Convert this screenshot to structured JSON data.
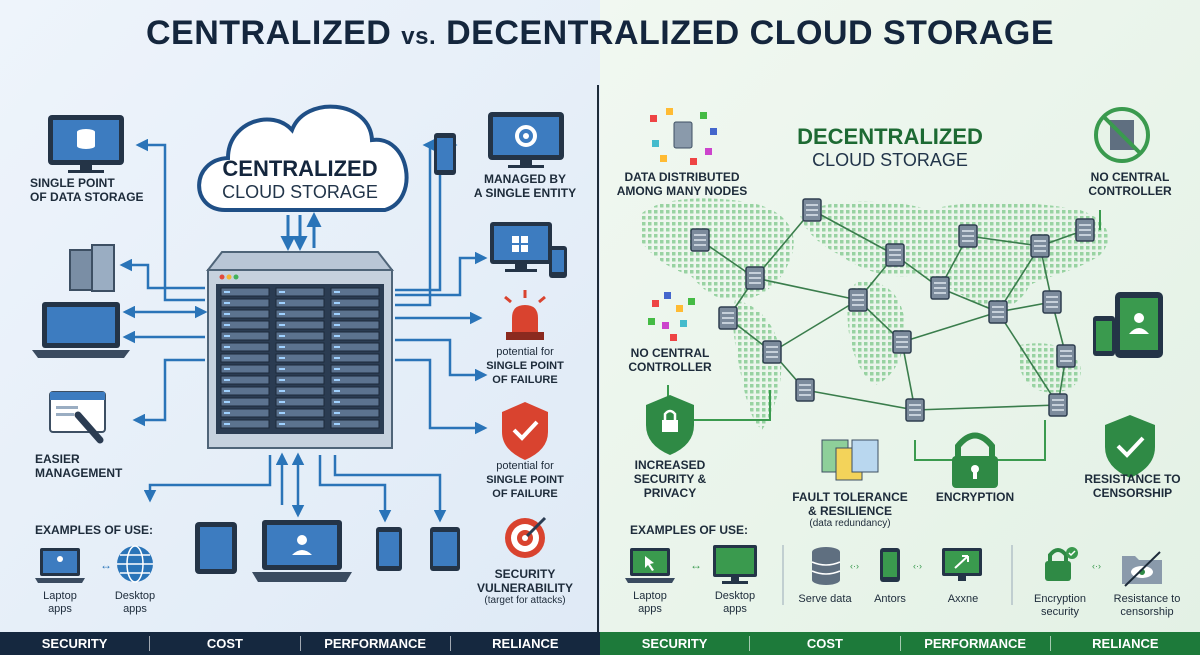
{
  "title": {
    "part1": "CENTRALIZED ",
    "vs": "vs.",
    "part2": " DECENTRALIZED CLOUD STORAGE"
  },
  "left": {
    "cloud_title": "CENTRALIZED",
    "cloud_subtitle": "CLOUD STORAGE",
    "labels": {
      "single_point": "SINGLE POINT\nOF DATA STORAGE",
      "managed": "MANAGED BY\nA SINGLE ENTITY",
      "easier": "EASIER\nMANAGEMENT",
      "failure1_pre": "potential for",
      "failure1": "SINGLE POINT\nOF FAILURE",
      "failure2_pre": "potential for",
      "failure2": "SINGLE POINT\nOF FAILURE",
      "security": "SECURITY\nVULNERABILITY",
      "security_note": "(target for attacks)"
    },
    "examples_heading": "EXAMPLES OF USE:",
    "examples": [
      "Laptop\napps",
      "Desktop\napps"
    ],
    "bottom_bar": [
      "SECURITY",
      "COST",
      "PERFORMANCE",
      "RELIANCE"
    ]
  },
  "right": {
    "cloud_title": "DECENTRALIZED",
    "cloud_subtitle": "CLOUD STORAGE",
    "labels": {
      "distributed": "DATA DISTRIBUTED\nAMONG MANY NODES",
      "no_central_top": "NO CENTRAL\nCONTROLLER",
      "no_central_left": "NO CENTRAL\nCONTROLLER",
      "increased": "INCREASED\nSECURITY &\nPRIVACY",
      "fault": "FAULT TOLERANCE\n& RESILIENCE",
      "fault_note": "(data redundancy)",
      "encryption": "ENCRYPTION",
      "censorship": "RESISTANCE TO\nCENSORSHIP"
    },
    "examples_heading": "EXAMPLES OF USE:",
    "examples": [
      "Laptop\napps",
      "Desktop\napps",
      "Serve data",
      "Antors",
      "Axxne",
      "Encryption\nsecurity",
      "Resistance to\ncensorship"
    ],
    "bottom_bar": [
      "SECURITY",
      "COST",
      "PERFORMANCE",
      "RELIANCE"
    ]
  },
  "colors": {
    "left_blue": "#2a74b8",
    "right_green": "#3a9a4e",
    "navy": "#14263d",
    "left_bar": "#15283f",
    "right_bar": "#1d7a3a",
    "red": "#d9432f"
  }
}
